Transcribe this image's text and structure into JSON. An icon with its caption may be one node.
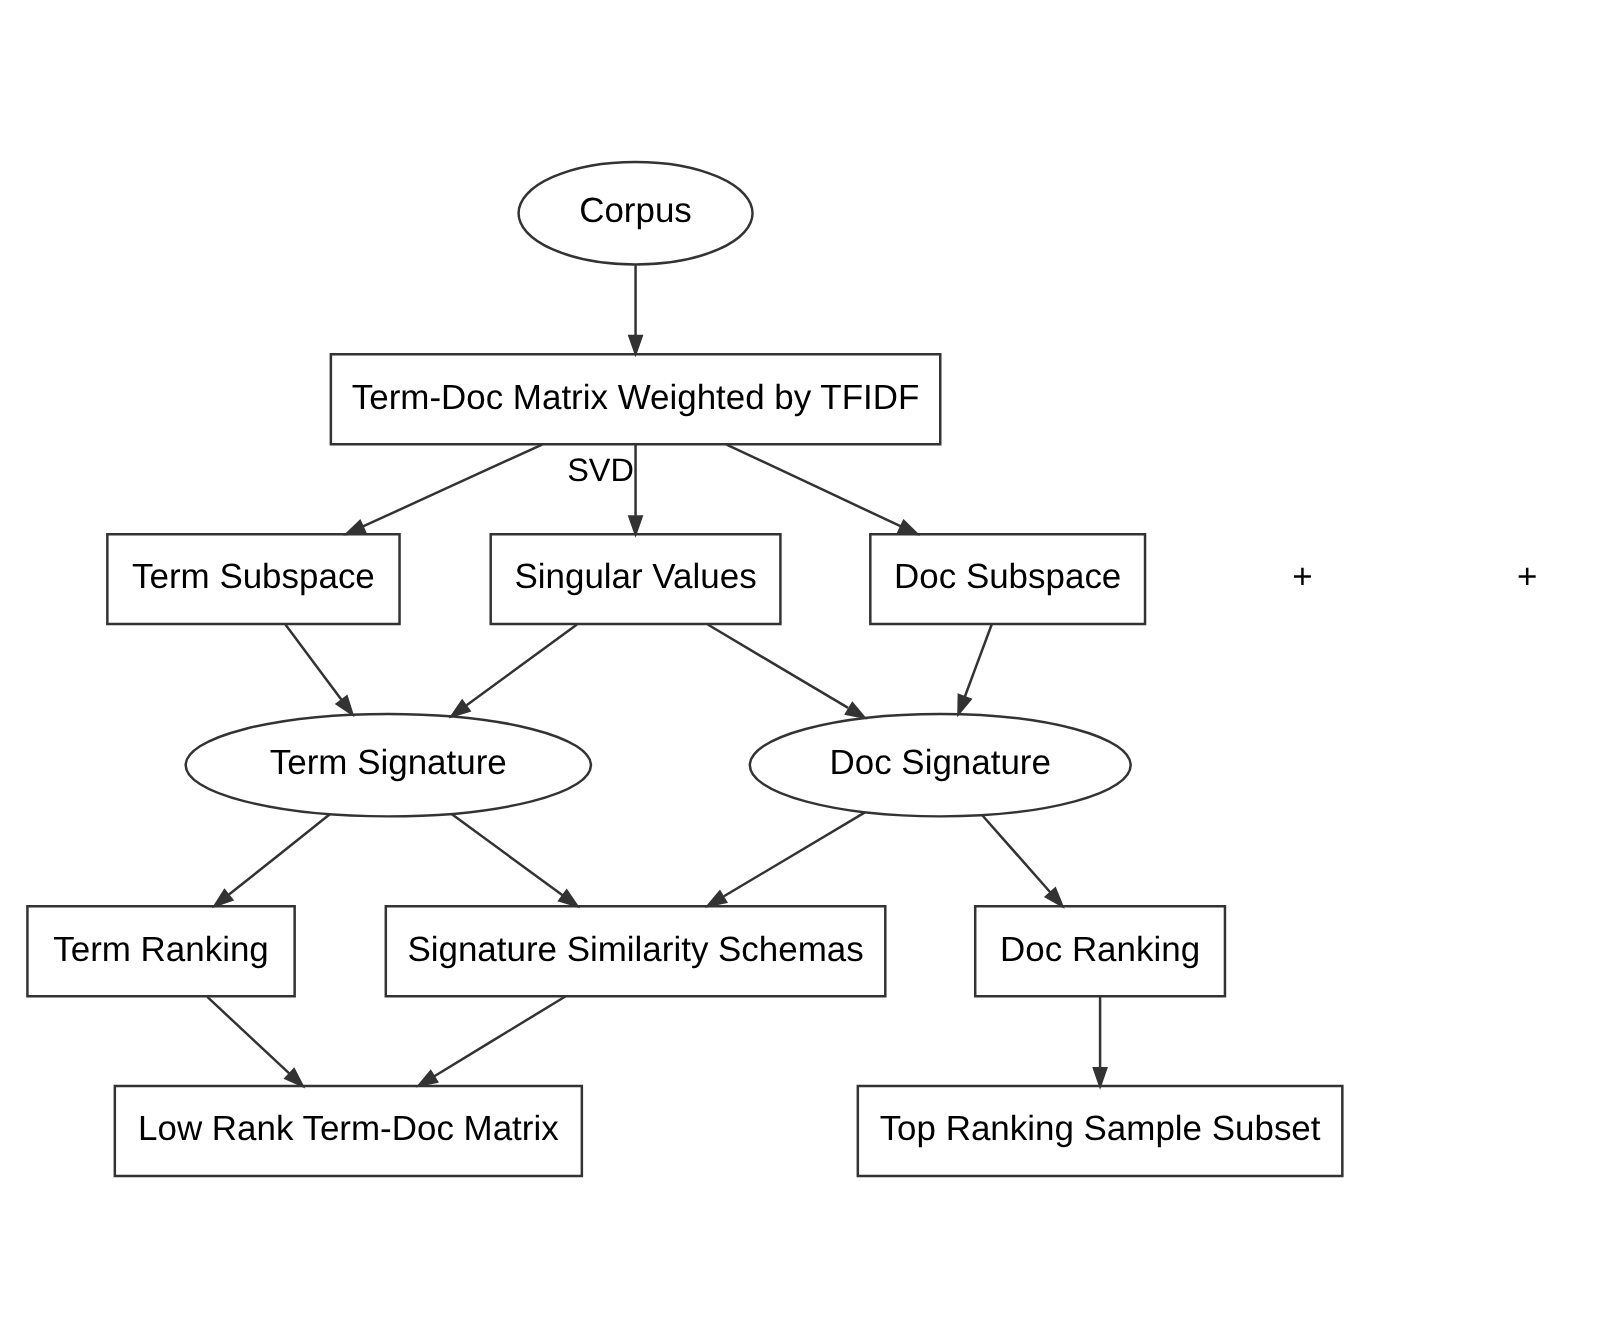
{
  "diagram": {
    "nodes": [
      {
        "text": [
          "Corpus"
        ]
      },
      {
        "text": [
          "Term-Doc Matrix Weighted by TFIDF"
        ]
      },
      {
        "text": [
          "Term Subspace"
        ]
      },
      {
        "text": [
          "Singular Values"
        ]
      },
      {
        "text": [
          "Doc Subspace"
        ]
      },
      {
        "text": [
          "Term Signature"
        ]
      },
      {
        "text": [
          "Doc Signature"
        ]
      },
      {
        "text": [
          "Term Ranking"
        ]
      },
      {
        "text": [
          "Signature Similarity Schemas"
        ]
      },
      {
        "text": [
          "Doc Ranking"
        ]
      },
      {
        "text": [
          "Low Rank Term-Doc Matrix"
        ]
      },
      {
        "text": [
          "Top Ranking Sample Subset"
        ]
      }
    ],
    "edges": [
      {
        "from": 0,
        "to": 1,
        "arrow": "to"
      },
      {
        "from": 1,
        "to": 2,
        "arrow": "to"
      },
      {
        "from": 1,
        "to": 3,
        "arrow": "to",
        "label": "SVD"
      },
      {
        "from": 1,
        "to": 4,
        "arrow": "to"
      },
      {
        "from": 2,
        "to": 5,
        "arrow": "to"
      },
      {
        "from": 3,
        "to": 5,
        "arrow": "to"
      },
      {
        "from": 3,
        "to": 6,
        "arrow": "to"
      },
      {
        "from": 4,
        "to": 6,
        "arrow": "to"
      },
      {
        "from": 5,
        "to": 7,
        "arrow": "to"
      },
      {
        "from": 5,
        "to": 8,
        "arrow": "to"
      },
      {
        "from": 6,
        "to": 8,
        "arrow": "to"
      },
      {
        "from": 6,
        "to": 9,
        "arrow": "to"
      },
      {
        "from": 7,
        "to": 10,
        "arrow": "to"
      },
      {
        "from": 8,
        "to": 10,
        "arrow": "to"
      },
      {
        "from": 9,
        "to": 11,
        "arrow": "to"
      }
    ],
    "labels": [
      "+",
      "+"
    ]
  }
}
